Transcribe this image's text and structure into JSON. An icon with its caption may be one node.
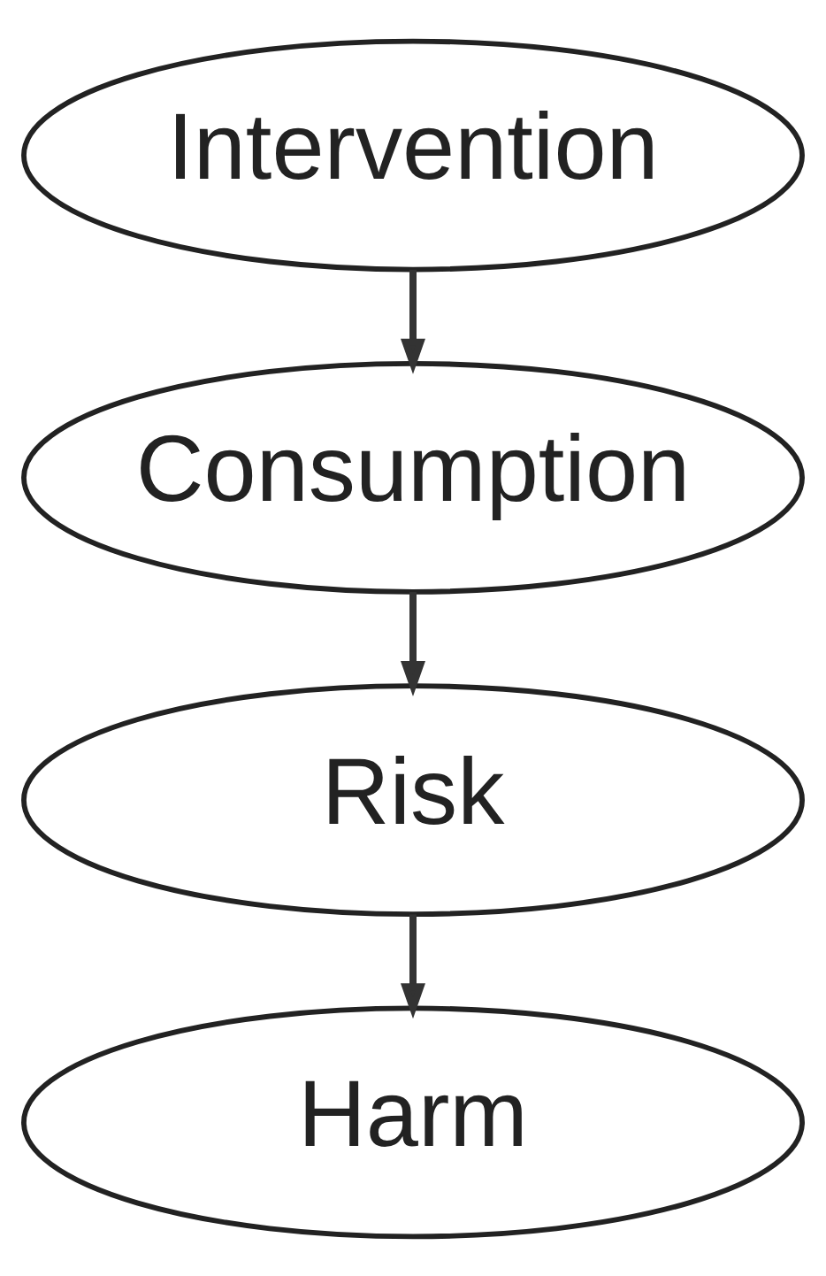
{
  "diagram": {
    "nodes": [
      {
        "text": [
          "Intervention"
        ]
      },
      {
        "text": [
          "Consumption"
        ]
      },
      {
        "text": [
          "Risk"
        ]
      },
      {
        "text": [
          "Harm"
        ]
      }
    ],
    "edges": [
      {
        "from": 0,
        "to": 1,
        "arrow": "to"
      },
      {
        "from": 1,
        "to": 2,
        "arrow": "to"
      },
      {
        "from": 2,
        "to": 3,
        "arrow": "to"
      }
    ]
  }
}
